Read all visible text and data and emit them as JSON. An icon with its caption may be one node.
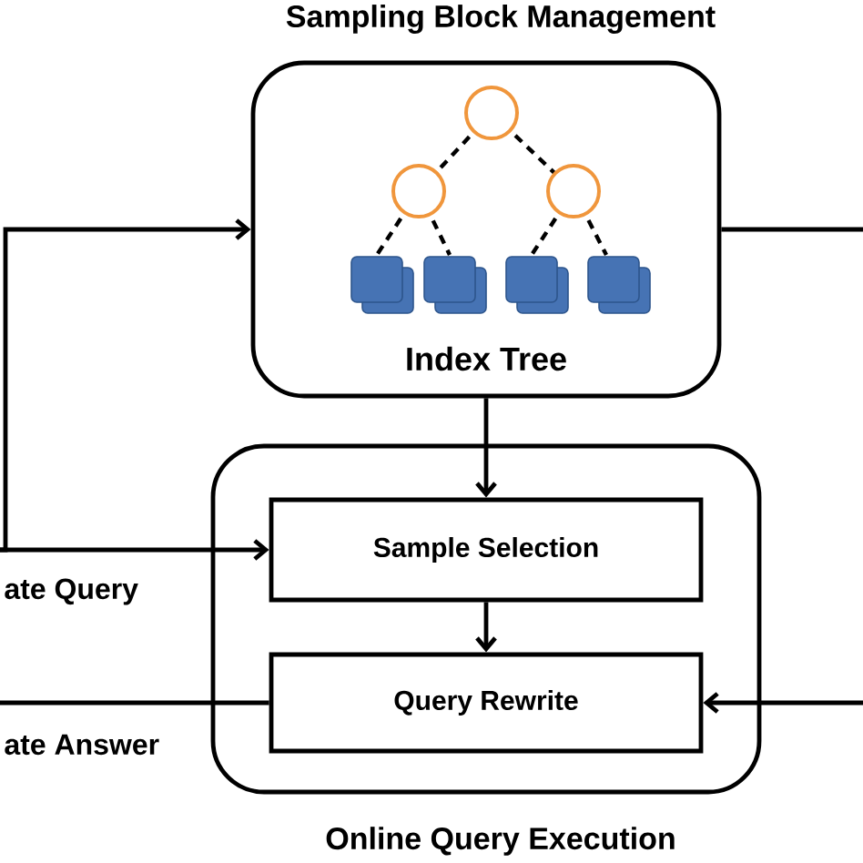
{
  "diagram": {
    "nodes": [
      {
        "text": [
          "Sampling Block Management",
          "Index Tree"
        ]
      },
      {
        "text": [
          "Online Query Execution"
        ]
      },
      {
        "text": [
          "Sample Selection"
        ],
        "in": 1
      },
      {
        "text": [
          "Query Rewrite"
        ],
        "in": 1
      }
    ],
    "edges": [
      {
        "from": null,
        "to": 0,
        "arrow": "to"
      },
      {
        "from": null,
        "to": 2,
        "arrow": "to",
        "label": "ate Query"
      },
      {
        "from": 3,
        "to": null,
        "arrow": "none",
        "label": "ate Answer"
      },
      {
        "from": 0,
        "to": null,
        "arrow": "none"
      },
      {
        "from": null,
        "to": 3,
        "arrow": "to"
      },
      {
        "from": 0,
        "to": 2,
        "arrow": "to"
      },
      {
        "from": 2,
        "to": 3,
        "arrow": "to"
      }
    ]
  }
}
